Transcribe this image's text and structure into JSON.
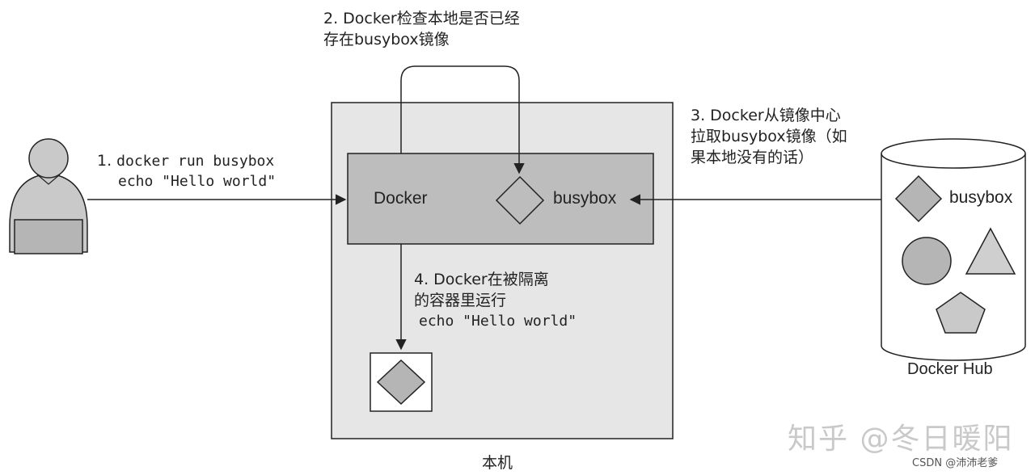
{
  "step1": {
    "num": "1.",
    "cmd1": "docker run busybox",
    "cmd2": "echo \"Hello world\""
  },
  "step2": {
    "line1": "2. Docker检查本地是否已经",
    "line2": "存在busybox镜像"
  },
  "step3": {
    "line1": "3. Docker从镜像中心",
    "line2": "拉取busybox镜像（如",
    "line3": "果本地没有的话）"
  },
  "step4": {
    "line1": "4. Docker在被隔离",
    "line2": "的容器里运行",
    "cmd": "echo \"Hello world\""
  },
  "docker_label": "Docker",
  "local_busybox_label": "busybox",
  "hub_busybox_label": "busybox",
  "hub_label": "Docker Hub",
  "host_label": "本机",
  "watermark": "知乎 @冬日暖阳",
  "csdn_credit": "CSDN @沛沛老爹",
  "colors": {
    "host_fill": "#e6e6e6",
    "docker_fill": "#bdbdbd",
    "shape_fill": "#b5b5b5",
    "line": "#222222"
  }
}
